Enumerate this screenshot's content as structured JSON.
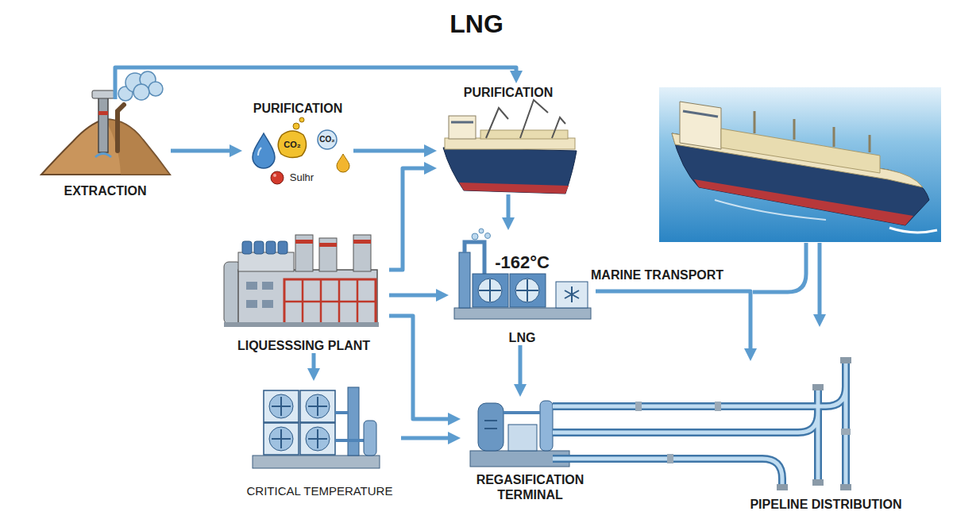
{
  "diagram": {
    "title": "LNG",
    "nodes": [
      {
        "text": [
          "EXTRACTION"
        ]
      },
      {
        "text": [
          "PURIFICATION"
        ]
      },
      {
        "text": [
          "PURIFICATION"
        ]
      },
      {
        "text": [
          "LIQUESSSING PLANT"
        ]
      },
      {
        "text": [
          "-162°C",
          "LNG"
        ]
      },
      {
        "text": [
          "CRITICAL TEMPERATURE"
        ]
      },
      {
        "text": [
          "REGASIFICATION TERMINAL"
        ]
      },
      {
        "text": [
          "PIPELINE DISTRIBUTION"
        ]
      }
    ],
    "edges": [
      {
        "from": 0,
        "to": 2,
        "arrow": "to"
      },
      {
        "from": 0,
        "to": 1,
        "arrow": "to"
      },
      {
        "from": 1,
        "to": 2,
        "arrow": "to"
      },
      {
        "from": 3,
        "to": 2,
        "arrow": "to"
      },
      {
        "from": 2,
        "to": 4,
        "arrow": "to"
      },
      {
        "from": 3,
        "to": 4,
        "arrow": "to"
      },
      {
        "from": 3,
        "to": 5,
        "arrow": "to"
      },
      {
        "from": 3,
        "to": 6,
        "arrow": "to"
      },
      {
        "from": 5,
        "to": 6,
        "arrow": "to"
      },
      {
        "from": 4,
        "to": 6,
        "arrow": "to"
      },
      {
        "from": 4,
        "to": 7,
        "label": "MARINE TRANSPORT",
        "arrow": "to"
      },
      {
        "from": 6,
        "to": 7,
        "arrow": "none"
      }
    ],
    "labels": [
      "CO₂",
      "CO₂",
      "Sulhr"
    ]
  }
}
